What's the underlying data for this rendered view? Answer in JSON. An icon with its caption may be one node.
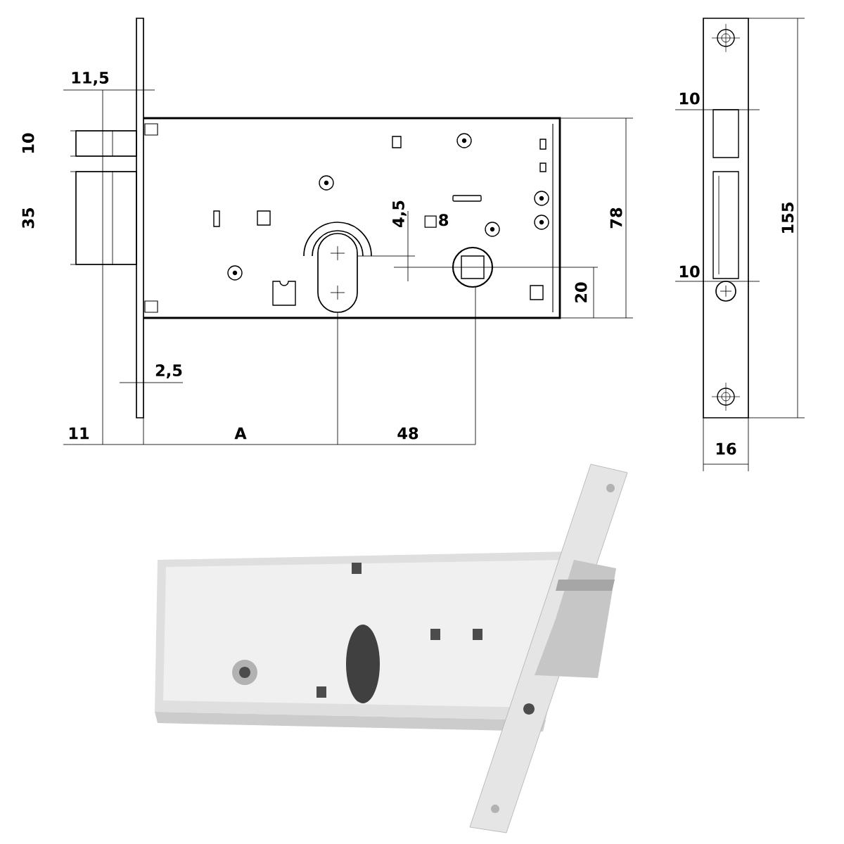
{
  "diagram": {
    "labels": [
      "11,5",
      "10",
      "10",
      "35",
      "4,5",
      "□8",
      "78",
      "20",
      "10",
      "2,5",
      "11",
      "A",
      "48",
      "155",
      "16"
    ]
  }
}
